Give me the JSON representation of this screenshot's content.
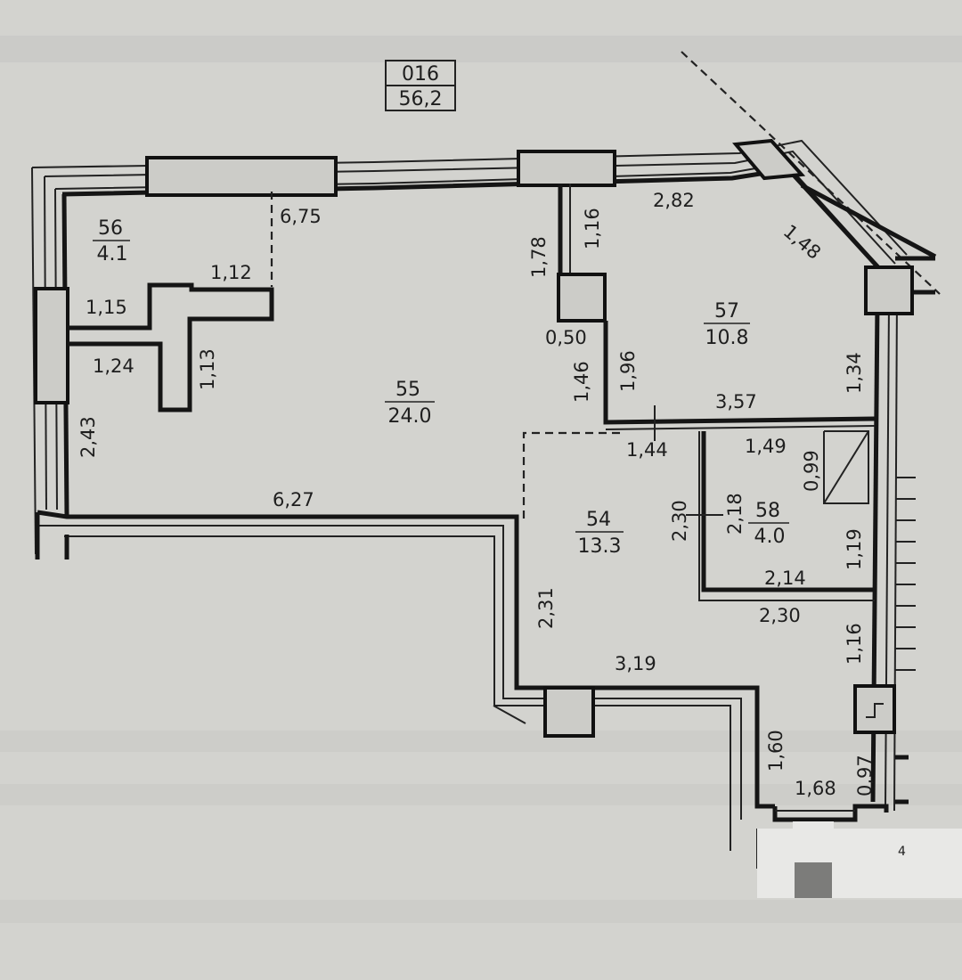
{
  "header": {
    "apartment_no": "016",
    "total_area": "56,2"
  },
  "rooms": [
    {
      "id": "56",
      "area": "4.1"
    },
    {
      "id": "55",
      "area": "24.0"
    },
    {
      "id": "57",
      "area": "10.8"
    },
    {
      "id": "54",
      "area": "13.3"
    },
    {
      "id": "58",
      "area": "4.0"
    }
  ],
  "dimensions": [
    "6,75",
    "1,12",
    "1,15",
    "1,24",
    "1,13",
    "2,43",
    "6,27",
    "1,78",
    "1,16",
    "2,82",
    "1,48",
    "0,50",
    "1,96",
    "1,46",
    "1,34",
    "3,57",
    "1,44",
    "1,49",
    "0,99",
    "2,30",
    "2,18",
    "1,19",
    "2,14",
    "2,30",
    "2,31",
    "3,19",
    "1,16",
    "1,60",
    "0,97",
    "1,68"
  ],
  "page_number": "4",
  "colors": {
    "paper": "#d3d3cf",
    "ink": "#151515"
  }
}
